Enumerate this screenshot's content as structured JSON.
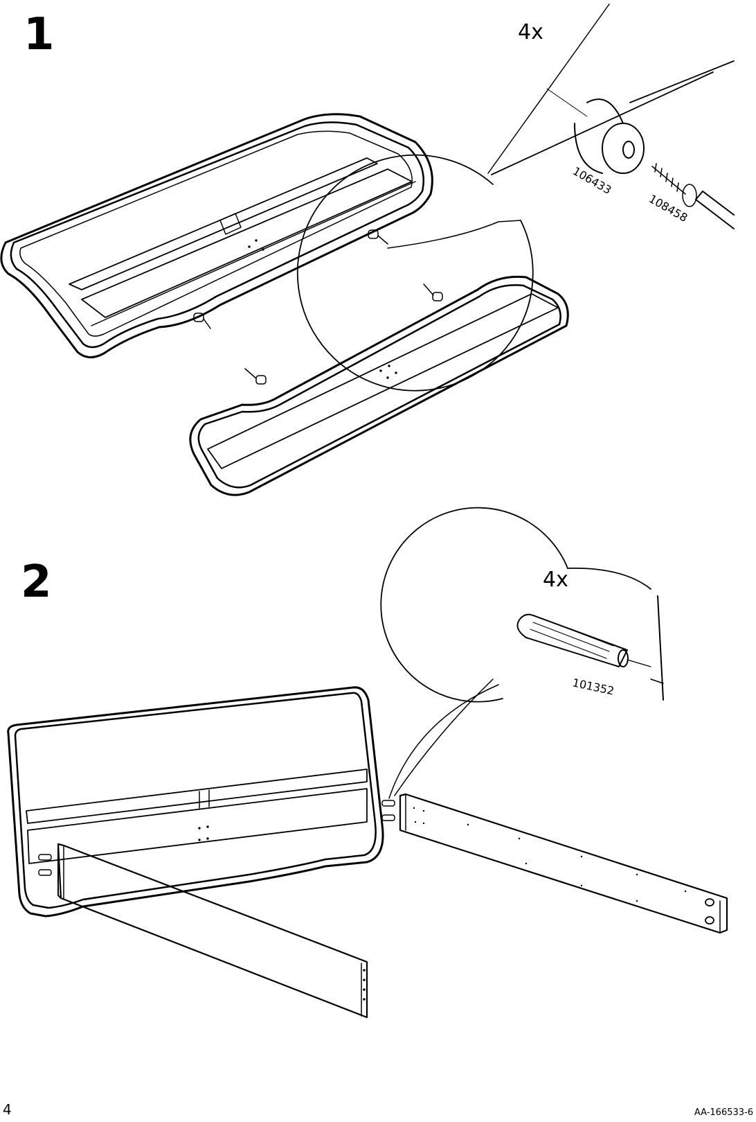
{
  "page": {
    "page_number": "4",
    "document_code": "AA-166533-6"
  },
  "steps": [
    {
      "number": "1",
      "quantity": "4x",
      "part_labels": [
        "106433",
        "108458"
      ]
    },
    {
      "number": "2",
      "quantity": "4x",
      "part_labels": [
        "101352"
      ]
    }
  ],
  "icons": {
    "step1": [
      "bed-frame-end-icon",
      "footboard-frame-icon",
      "spacer-screw-icon",
      "screwdriver-icon"
    ],
    "step2": [
      "headboard-frame-icon",
      "side-rail-icon",
      "dowel-icon"
    ]
  },
  "colors": {
    "ink": "#000000",
    "paper": "#ffffff"
  }
}
